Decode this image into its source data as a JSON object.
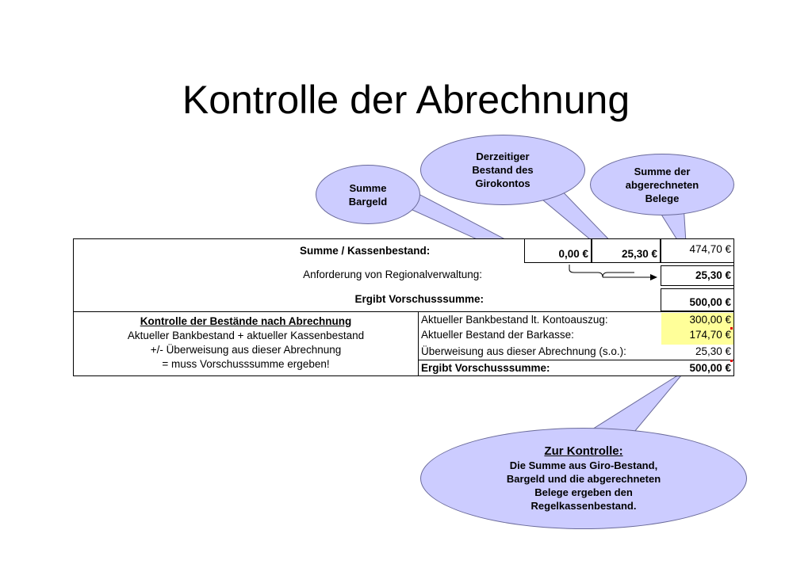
{
  "slide": {
    "title": "Kontrolle der Abrechnung"
  },
  "upper_table": {
    "summe_label": "Summe  / Kassenbestand:",
    "val_giro": "0,00 €",
    "val_bargeld": "25,30 €",
    "val_belege": "474,70 €",
    "anforderung_label": "Anforderung von Regionalverwaltung:",
    "anforderung_value": "25,30 €",
    "vorschuss_label": "Ergibt Vorschusssumme:",
    "vorschuss_value": "500,00 €"
  },
  "lower_table": {
    "heading": "Kontrolle der Bestände nach Abrechnung",
    "line1": "Aktueller Bankbestand + aktueller Kassenbestand",
    "line2": "+/- Überweisung aus dieser Abrechnung",
    "line3": "= muss Vorschusssumme ergeben!",
    "rows": [
      {
        "label": "Aktueller Bankbestand lt. Kontoauszug:",
        "value": "300,00 €"
      },
      {
        "label": "Aktueller Bestand der Barkasse:",
        "value": "174,70 €"
      },
      {
        "label": "Überweisung aus dieser Abrechnung (s.o.):",
        "value": "25,30 €"
      },
      {
        "label": "Ergibt Vorschusssumme:",
        "value": "500,00 €"
      }
    ],
    "highlight_color": "#ffff99"
  },
  "callouts": {
    "bargeld": "Summe\nBargeld",
    "giro": "Derzeitiger\nBestand des\nGirokontos",
    "belege": "Summe der\nabgerechneten\nBelege",
    "kontrolle_title": "Zur Kontrolle:",
    "kontrolle_text": "Die Summe aus Giro-Bestand,\nBargeld und die abgerechneten\nBelege ergeben den\nRegelkassenbestand.",
    "fill_color": "#ccccff"
  }
}
